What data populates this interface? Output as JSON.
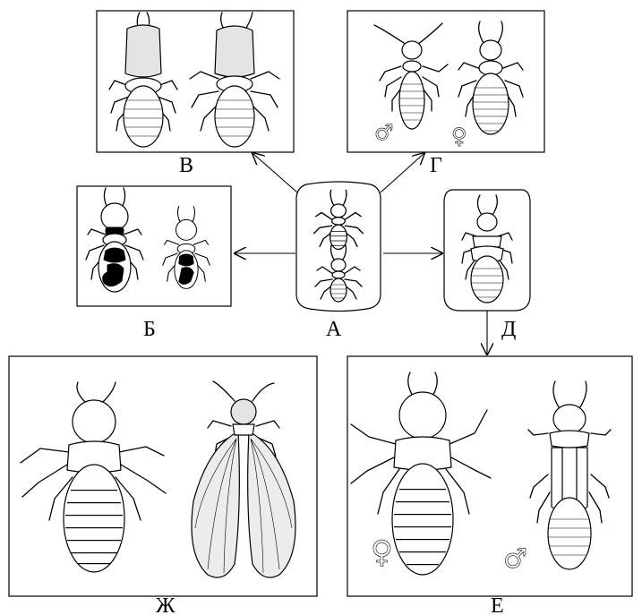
{
  "labels": {
    "a": "А",
    "b": "Б",
    "v": "В",
    "g": "Г",
    "d": "Д",
    "e": "Е",
    "zh": "Ж"
  },
  "symbols": {
    "male": "♂",
    "female": "♀"
  },
  "panels": [
    {
      "id": "A",
      "content": "larvae"
    },
    {
      "id": "B",
      "content": "workers"
    },
    {
      "id": "V",
      "content": "soldiers"
    },
    {
      "id": "G",
      "content": "male-female-nymphs"
    },
    {
      "id": "D",
      "content": "nymph"
    },
    {
      "id": "E",
      "content": "female-male-reproductives"
    },
    {
      "id": "ZH",
      "content": "dealate-and-winged-alate"
    }
  ]
}
